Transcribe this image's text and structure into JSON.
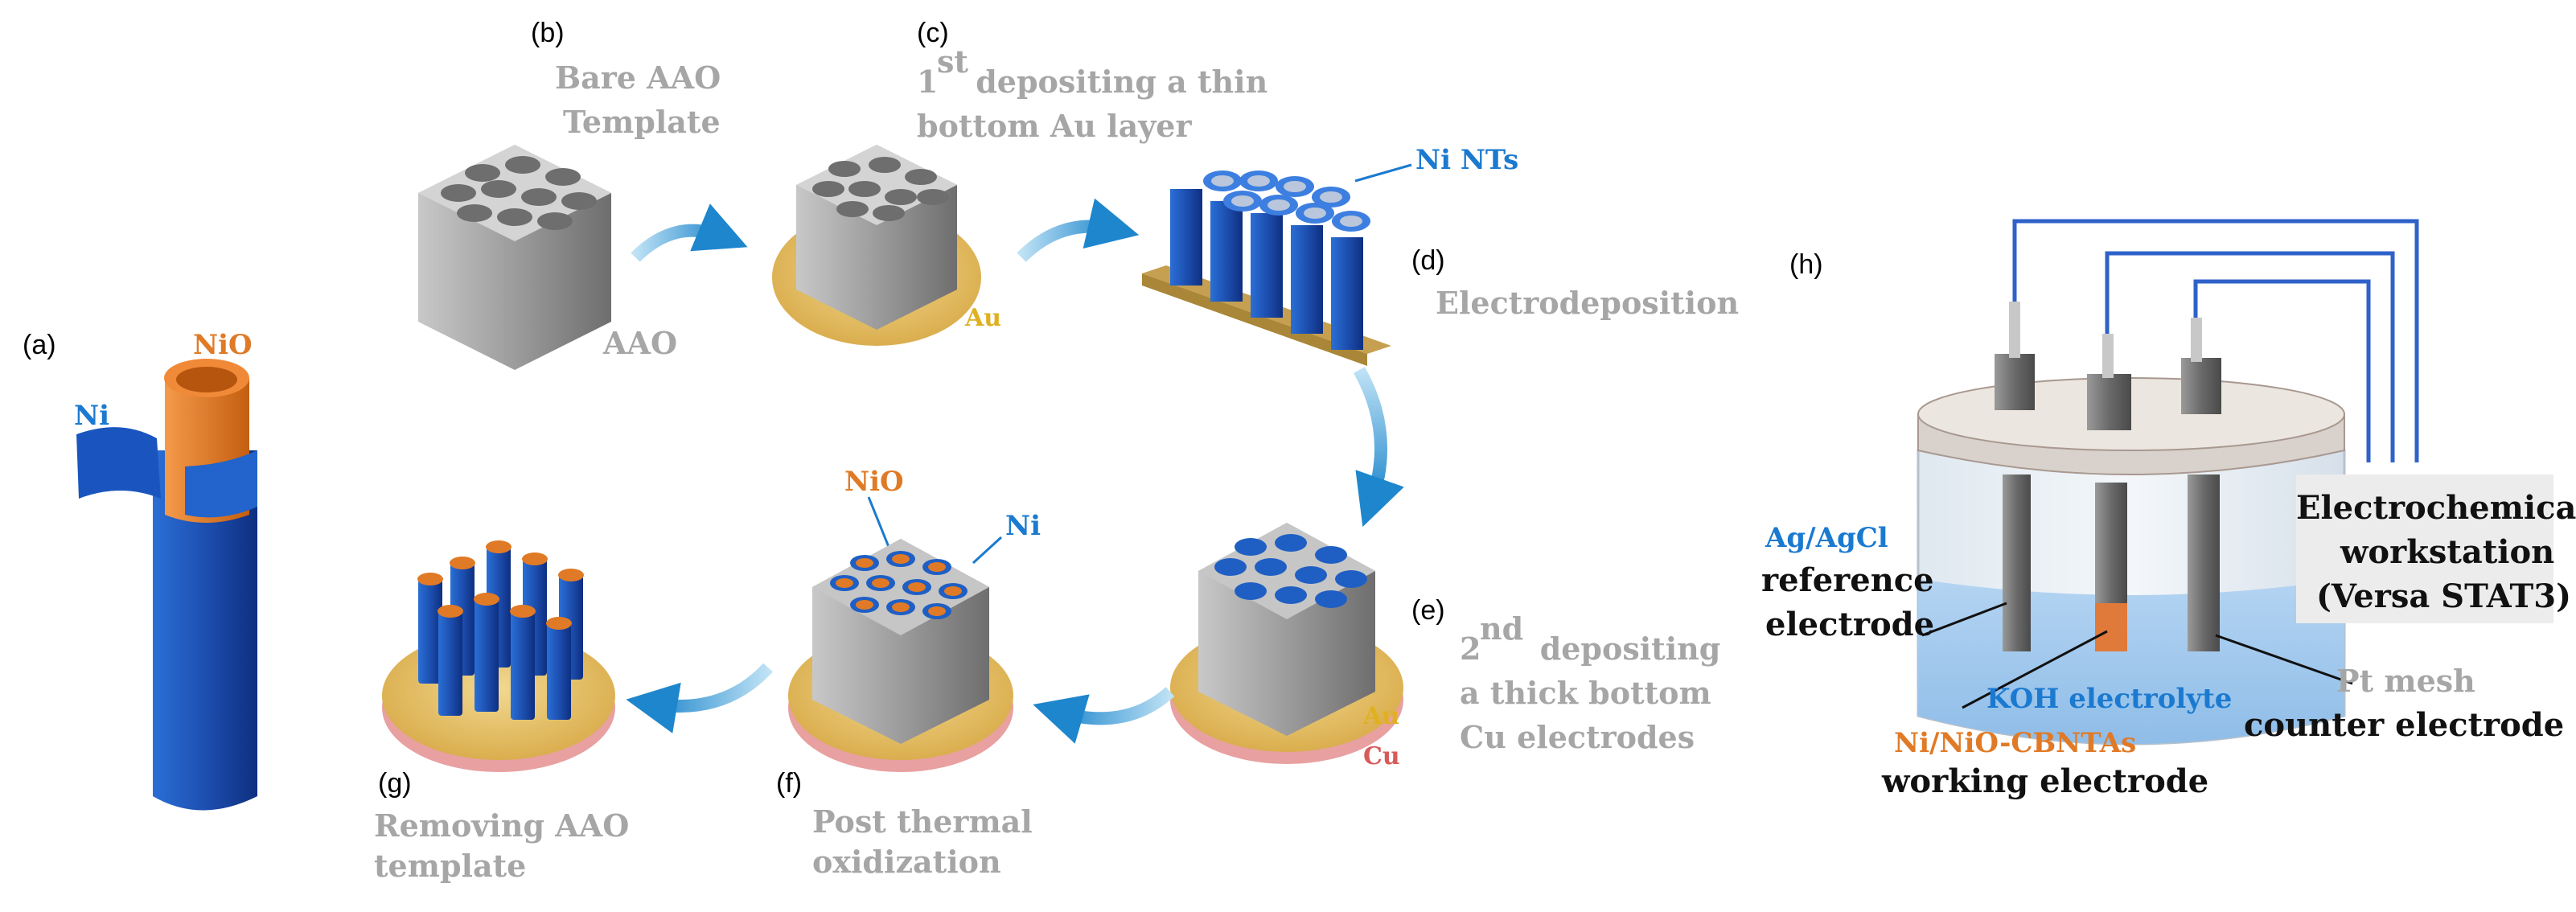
{
  "panels": {
    "a": {
      "label": "(a)",
      "ni": "Ni",
      "nio": "NiO"
    },
    "b": {
      "label": "(b)",
      "title_l1": "Bare AAO",
      "title_l2": "Template",
      "sub": "AAO"
    },
    "c": {
      "label": "(c)",
      "title_l1a": "1",
      "title_l1sup": "st",
      "title_l1b": " depositing a thin",
      "title_l2": "bottom Au layer",
      "au": "Au"
    },
    "d": {
      "label": "(d)",
      "ni_nts": "Ni NTs",
      "title": "Electrodeposition"
    },
    "e": {
      "label": "(e)",
      "title_l1a": "2",
      "title_l1sup": "nd",
      "title_l1b": "   depositing",
      "title_l2": "a thick bottom",
      "title_l3": "Cu electrodes",
      "au": "Au",
      "cu": "Cu"
    },
    "f": {
      "label": "(f)",
      "nio": "NiO",
      "ni": "Ni",
      "title_l1": "Post  thermal",
      "title_l2": "oxidization"
    },
    "g": {
      "label": "(g)",
      "title_l1": "Removing AAO",
      "title_l2": "template"
    },
    "h": {
      "label": "(h)",
      "ref_l1": "Ag/AgCl",
      "ref_l2": "reference",
      "ref_l3": "electrode",
      "ws_l1": "Electrochemical",
      "ws_l2": "workstation",
      "ws_l3": "(Versa STAT3)",
      "electrolyte": "KOH electrolyte",
      "pt_l1": "Pt mesh",
      "pt_l2": "counter electrode",
      "we_l1": "Ni/NiO-CBNTAs",
      "we_l2": "working electrode"
    }
  },
  "colors": {
    "ni_blue": "#1f5fc4",
    "nio_orange": "#e07a26",
    "aao_grey": "#9a9a9a",
    "gold": "#e8c060",
    "copper": "#e8a0a0",
    "arrow_blue": "#3a9ad8",
    "label_grey": "#a6a6a6",
    "label_blue": "#1b7ad0"
  }
}
